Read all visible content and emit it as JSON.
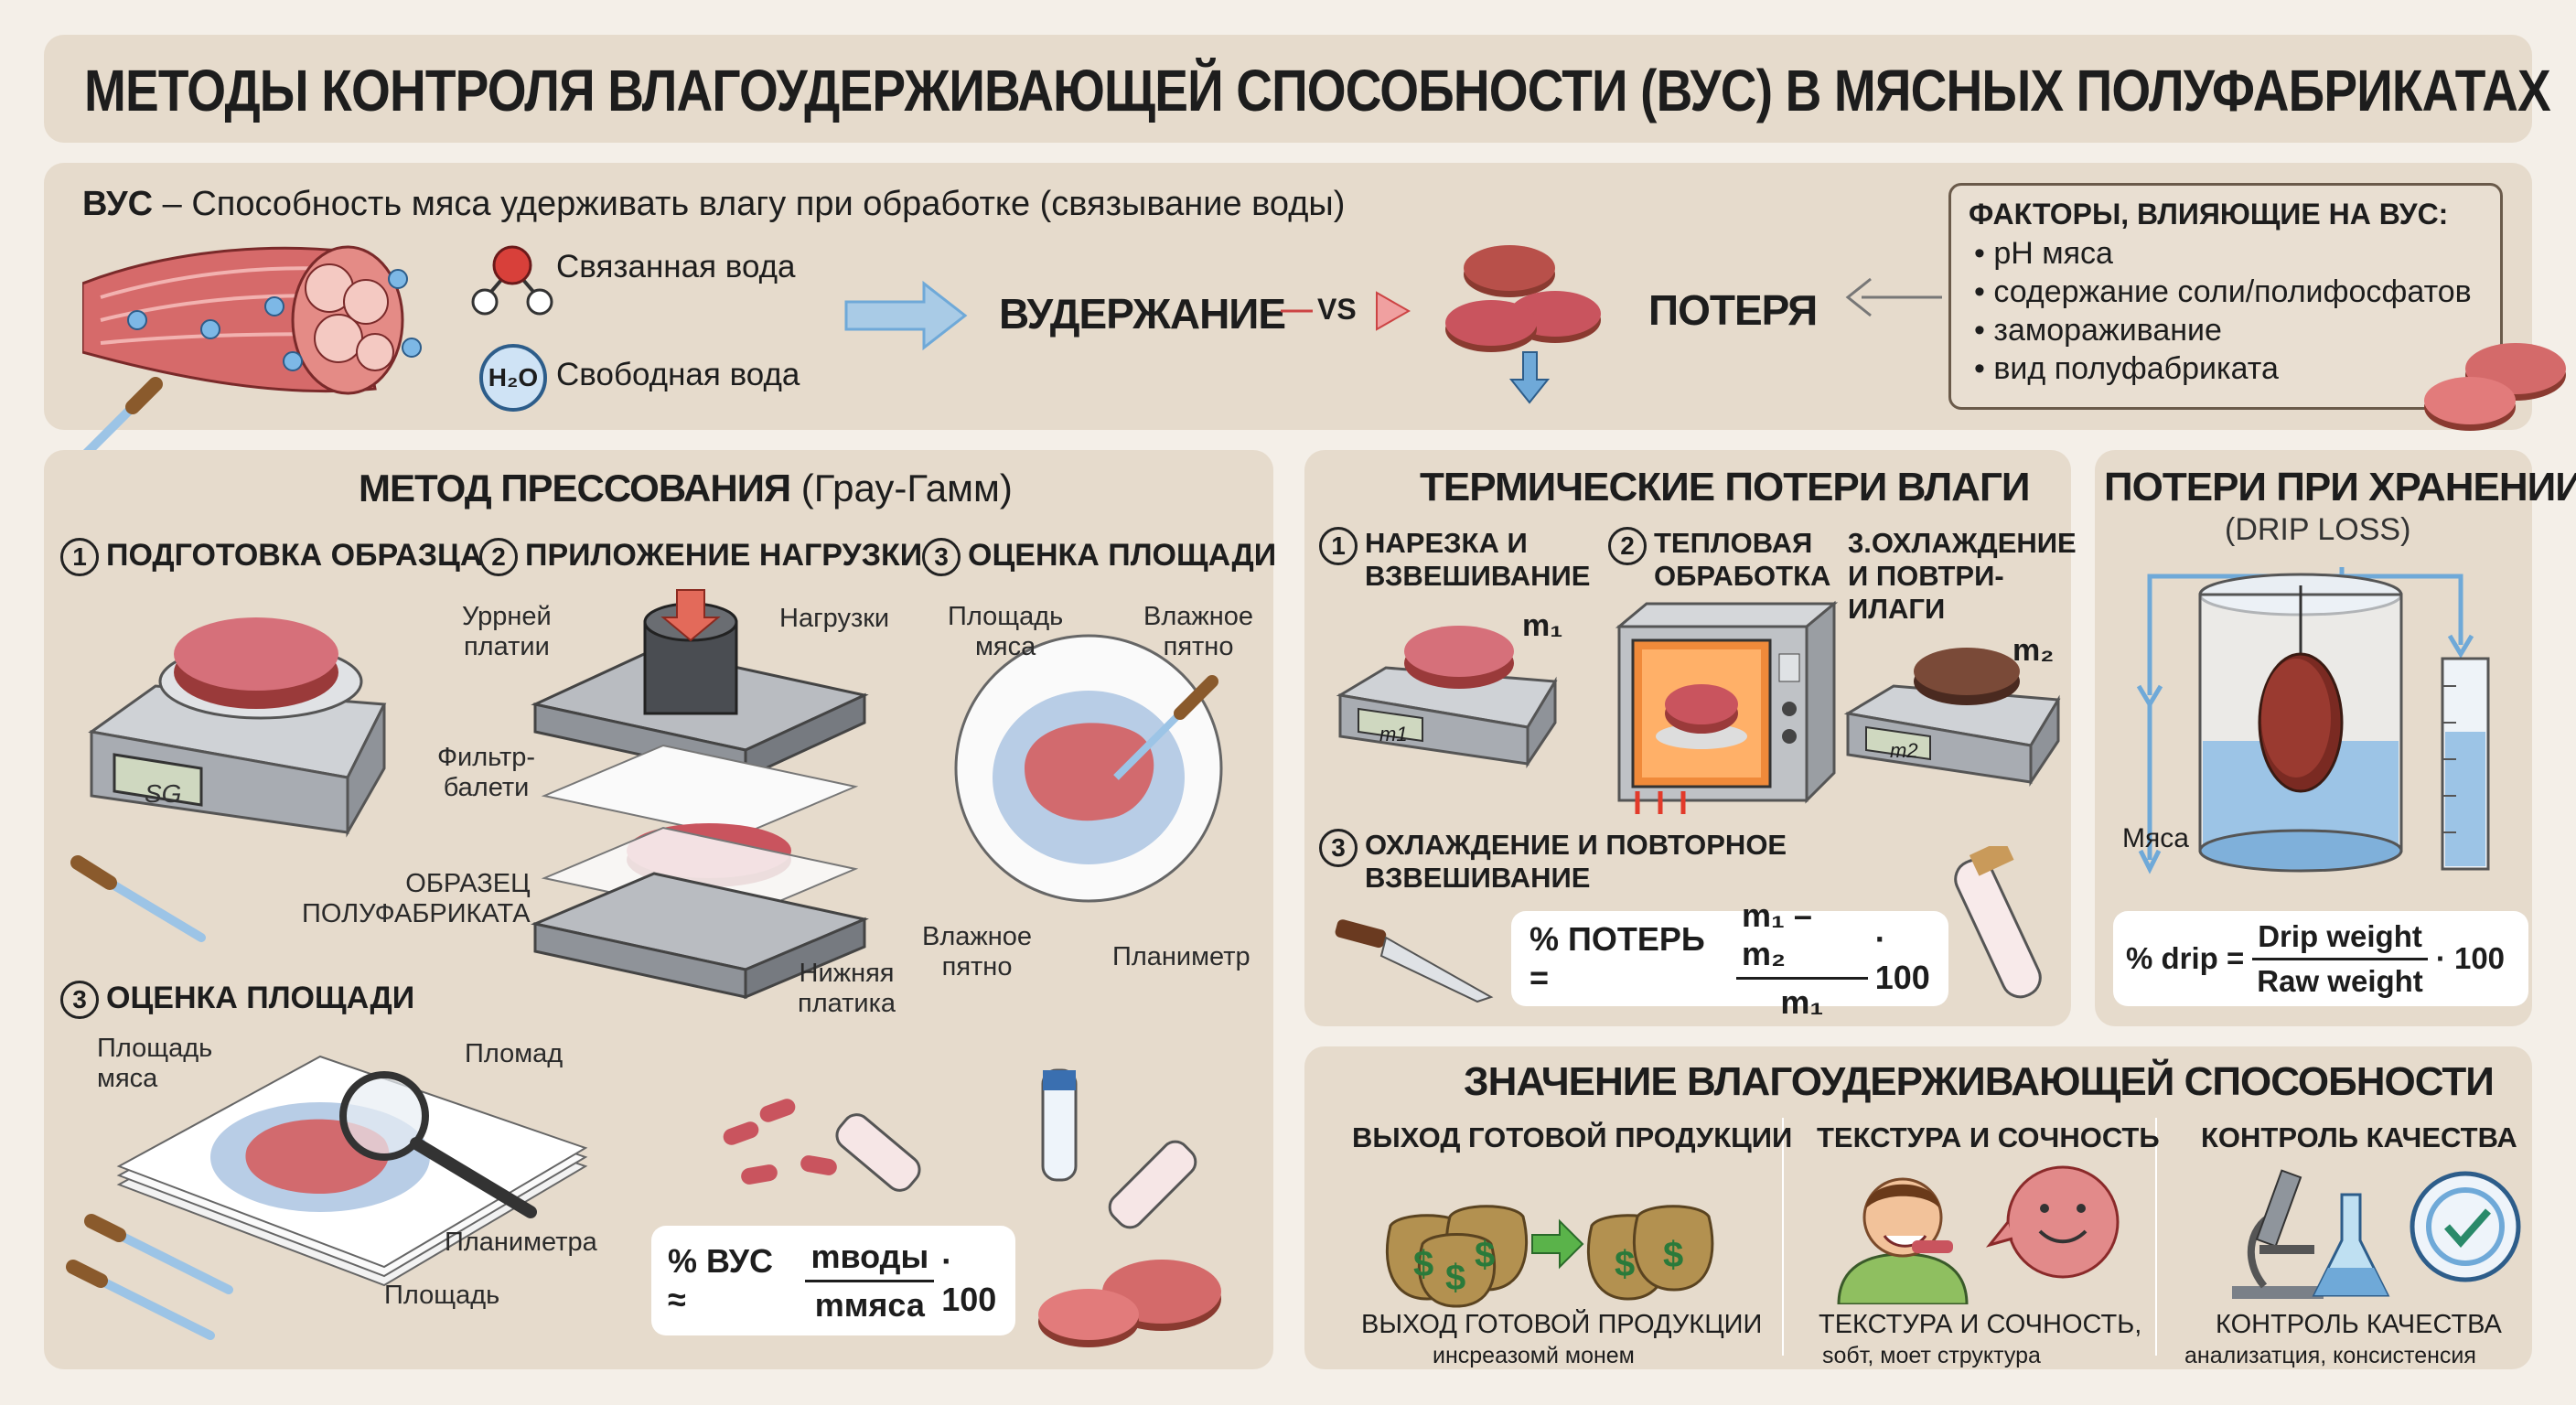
{
  "title": "МЕТОДЫ КОНТРОЛЯ ВЛАГОУДЕРЖИВАЮЩЕЙ СПОСОБНОСТИ (ВУС) В МЯСНЫХ ПОЛУФАБРИКАТАХ",
  "intro": {
    "def_term": "ВУС",
    "def_text": "– Способность мяса удерживать влагу при обработке (связывание воды)",
    "bound_water": "Связанная вода",
    "free_water": "Свободная вода",
    "h2o": "H₂O",
    "retention": "ВУДЕРЖАНИЕ",
    "vs": "VS",
    "loss": "ПОТЕРЯ",
    "factors_title": "ФАКТОРЫ, ВЛИЯЮЩИЕ НА ВУС:",
    "factors": [
      "• pH мяса",
      "• содержание соли/полифосфатов",
      "• замораживание",
      "• вид полуфабриката"
    ]
  },
  "press": {
    "title_bold": "МЕТОД ПРЕССОВАНИЯ",
    "title_rest": "(Грау-Гамм)",
    "step1": "ПОДГОТОВКА ОБРАЗЦА",
    "step2": "ПРИЛОЖЕНИЕ НАГРУЗКИ",
    "step3": "ОЦЕНКА ПЛОЩАДИ",
    "step3b": "ОЦЕНКА ПЛОЩАДИ",
    "n1": "1",
    "n2": "2",
    "n3": "3",
    "n3b": "3",
    "scale_display": "SG",
    "upper_plate": "Уррней\nплатии",
    "load": "Нагрузки",
    "filter": "Фильтр-\nбалети",
    "sample": "ОБРАЗЕЦ\nПОЛУФАБРИКАТА",
    "lower_plate": "Нижняя\nплатика",
    "meat_area": "Площадь\nмяса",
    "wet_spot": "Влажное\nпятно",
    "wet_spot2": "Влажное\nпятно",
    "planimeter": "Планиметр",
    "meat_area2": "Площадь\nмяса",
    "plomad": "Пломад",
    "planimetra": "Планиметра",
    "area": "Площадь",
    "formula_left": "% ВУС ≈",
    "formula_num": "mводы",
    "formula_den": "mмяса",
    "formula_right": "· 100"
  },
  "thermal": {
    "title": "ТЕРМИЧЕСКИЕ ПОТЕРИ ВЛАГИ",
    "s1": "НАРЕЗКА И\nВЗВЕШИВАНИЕ",
    "s2": "ТЕПЛОВАЯ\nОБРАБОТКА",
    "s3": "3.ОХЛАЖДЕНИЕ\nИ ПОВТРИ-\nИЛАГИ",
    "s3b": "ОХЛАЖДЕНИЕ И ПОВТОРНОЕ\nВЗВЕШИВАНИЕ",
    "n1": "1",
    "n2": "2",
    "n3b": "3",
    "m1": "m₁",
    "m2": "m₂",
    "scale1": "m1",
    "scale2": "m2",
    "formula_left": "% ПОТЕРЬ =",
    "formula_num": "m₁ – m₂",
    "formula_den": "m₁",
    "formula_right": "· 100"
  },
  "storage": {
    "title": "ПОТЕРИ ПРИ ХРАНЕНИИ",
    "subtitle": "(DRIP LOSS)",
    "meat": "Мяса",
    "formula_left": "% drip =",
    "formula_num": "Drip weight",
    "formula_den": "Raw weight",
    "formula_right": "· 100"
  },
  "importance": {
    "title": "ЗНАЧЕНИЕ ВЛАГОУДЕРЖИВАЮЩЕЙ СПОСОБНОСТИ",
    "col1_title": "ВЫХОД ГОТОВОЙ ПРОДУКЦИИ",
    "col1_cap": "ВЫХОД ГОТОВОЙ ПРОДУКЦИИ",
    "col1_sub": "инсреазомй монем",
    "col2_title": "ТЕКСТУРА И СОЧНОСТЬ",
    "col2_cap": "ТЕКСТУРА И СОЧНОСТЬ,",
    "col2_sub": "soбт, моет структура",
    "col3_title": "КОНТРОЛЬ КАЧЕСТВА",
    "col3_cap": "КОНТРОЛЬ КАЧЕСТВА",
    "col3_sub": "анализатция, консистенсия"
  },
  "colors": {
    "meat": "#c9545e",
    "blue": "#6fa9d8",
    "panel": "#e6dbcc",
    "metal": "#b9bcc1"
  }
}
